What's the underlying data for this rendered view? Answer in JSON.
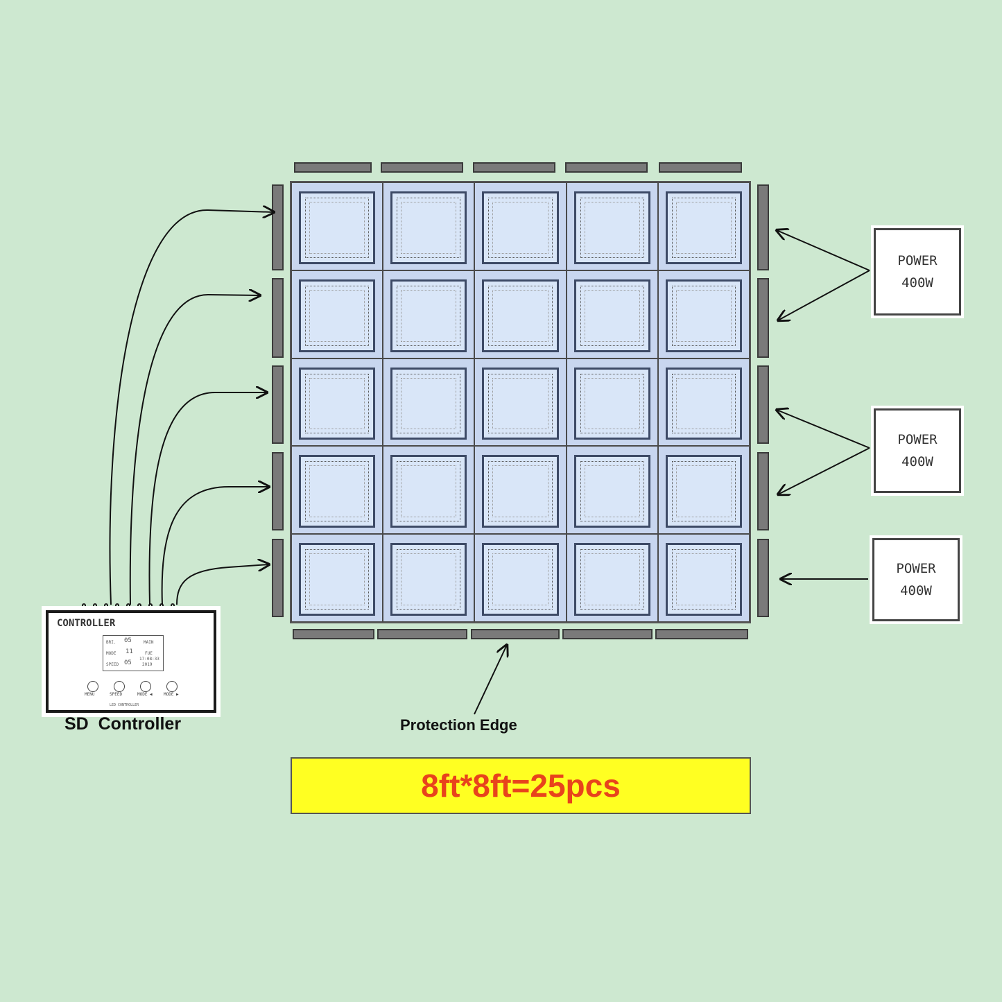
{
  "floor": {
    "rows": 5,
    "cols": 5
  },
  "controller": {
    "title": "CONTROLLER",
    "label": "SD  Controller",
    "lcd": {
      "row1_key": "BRI.",
      "row1_val": "05",
      "row1_right": "MAIN",
      "row2_key": "MODE",
      "row2_val": "11",
      "row2_right": "FUE",
      "row3_key": "SPEED",
      "row3_val": "05",
      "time": "17:08:33",
      "date": "2019"
    },
    "buttons": [
      "MENU",
      "SPEED",
      "MODE ◀",
      "MODE ▶"
    ],
    "subtitle": "LED CONTROLLER"
  },
  "power_units": [
    {
      "line1": "POWER",
      "line2": "400W"
    },
    {
      "line1": "POWER",
      "line2": "400W"
    },
    {
      "line1": "POWER",
      "line2": "400W"
    }
  ],
  "protection_label": "Protection Edge",
  "banner_text": "8ft*8ft=25pcs",
  "colors": {
    "background": "#cde8d0",
    "banner_bg": "#ffff22",
    "banner_text": "#e8431c",
    "tile": "#d9e6f8"
  }
}
